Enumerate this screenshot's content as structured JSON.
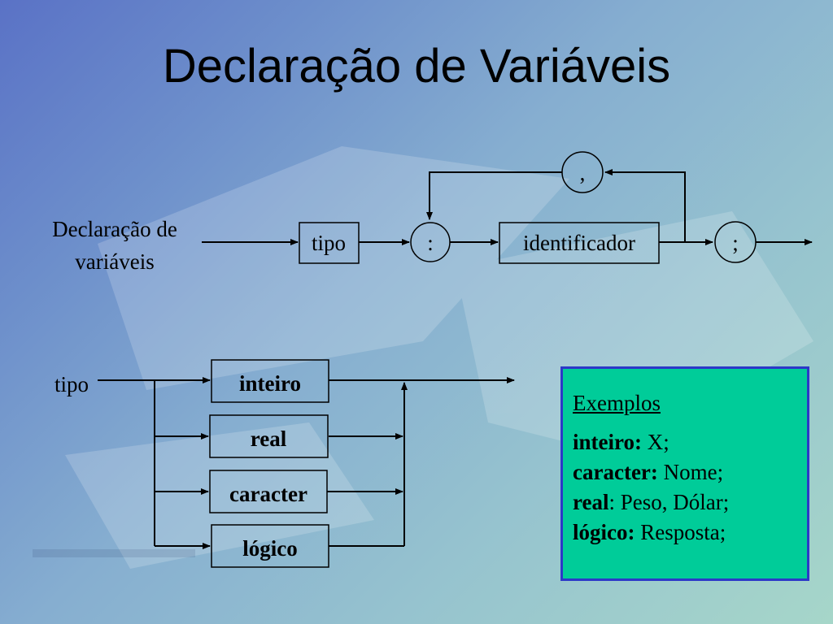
{
  "slide": {
    "title": "Declaração de Variáveis"
  },
  "diagram_top": {
    "start_label_line1": "Declaração de",
    "start_label_line2": "variáveis",
    "box_tipo": "tipo",
    "circle_colon": ":",
    "box_identificador": "identificador",
    "circle_comma": ",",
    "circle_semicolon": ";"
  },
  "diagram_tipo": {
    "start_label": "tipo",
    "options": [
      {
        "label": "inteiro"
      },
      {
        "label": "real"
      },
      {
        "label": "caracter"
      },
      {
        "label": "lógico"
      }
    ]
  },
  "examples": {
    "title": "Exemplos",
    "lines": [
      {
        "key": "inteiro:",
        "value": " X;"
      },
      {
        "key": "caracter:",
        "value": " Nome;"
      },
      {
        "key": "real",
        "value": ": Peso, Dólar;"
      },
      {
        "key": "lógico:",
        "value": " Resposta;"
      }
    ]
  },
  "colors": {
    "examples_bg": "#00cc99",
    "examples_border": "#2c38c8"
  }
}
